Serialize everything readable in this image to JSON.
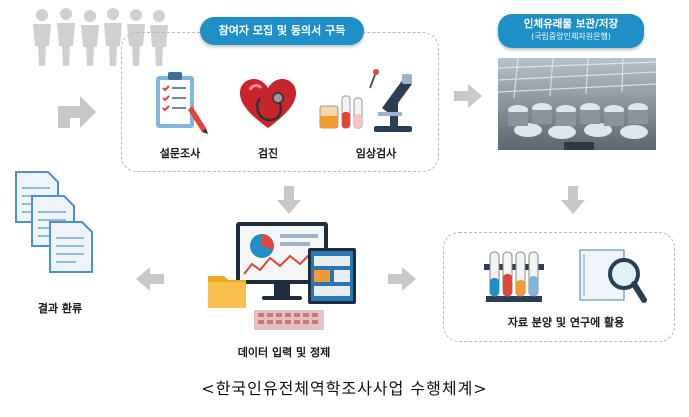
{
  "recruit": {
    "title": "참여자 모집 및 동의서 구득",
    "items": [
      {
        "label": "설문조사",
        "icon": "survey-clipboard-icon"
      },
      {
        "label": "검진",
        "icon": "heart-stethoscope-icon"
      },
      {
        "label": "임상검사",
        "icon": "microscope-lab-icon"
      }
    ]
  },
  "biobank": {
    "title": "인체유래물 보관/저장",
    "subtitle": "(국립중앙인체자원은행)"
  },
  "data_entry": {
    "label": "데이터 입력 및 정제"
  },
  "results": {
    "label": "결과 환류"
  },
  "analysis": {
    "label": "자료 분양 및 연구에 활용"
  },
  "caption": "<한국인유전체역학조사사업 수행체계>",
  "colors": {
    "accent": "#1f8fc8",
    "arrow": "#c8c8c8",
    "dashed": "#b9b9b9"
  }
}
